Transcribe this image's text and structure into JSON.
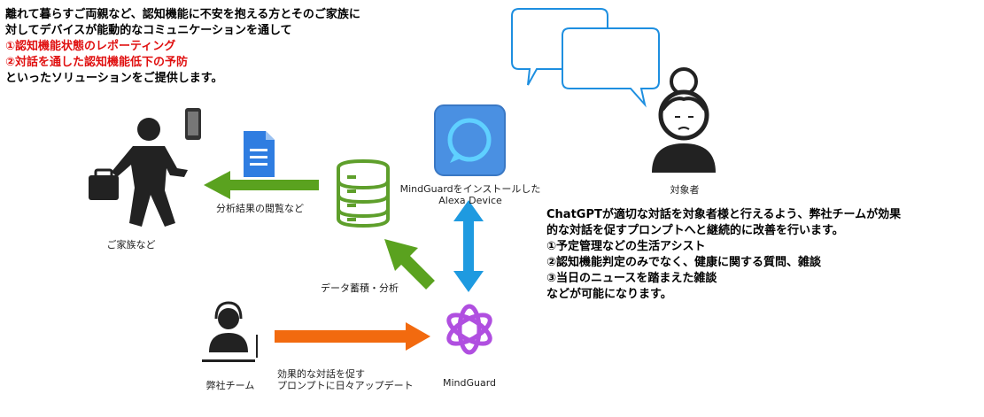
{
  "intro": {
    "line1": "離れて暮らすご両親など、認知機能に不安を抱える方とそのご家族に",
    "line2": "対してデバイスが能動的なコミュニケーションを通して",
    "point1": "①認知機能状態のレポーティング",
    "point2": "②対話を通した認知機能低下の予防",
    "line5": "といったソリューションをご提供します。"
  },
  "description": {
    "line1": "ChatGPTが適切な対話を対象者様と行えるよう、弊社チームが効果",
    "line2": "的な対話を促すプロンプトへと継続的に改善を行います。",
    "line3": "①予定管理などの生活アシスト",
    "line4": "②認知機能判定のみでなく、健康に関する質問、雑談",
    "line5": "③当日のニュースを踏まえた雑談",
    "line6": "などが可能になります。"
  },
  "labels": {
    "family": "ご家族など",
    "view_results": "分析結果の閲覧など",
    "device": "MindGuardをインストールした\nAlexa Device",
    "subject": "対象者",
    "data_analysis": "データ蓄積・分析",
    "team": "弊社チーム",
    "prompt_update": "効果的な対話を促す\nプロンプトに日々アップデート",
    "mindguard": "MindGuard"
  },
  "colors": {
    "green_arrow": "#5aa21f",
    "blue_arrow": "#1e9ae0",
    "orange_arrow": "#f26a0f",
    "database": "#5e9f2b",
    "alexa_tile": "#4a90e2",
    "red_text": "#e01010"
  },
  "icons": [
    "businessman-icon",
    "smartphone-icon",
    "document-icon",
    "database-icon",
    "alexa-icon",
    "chat-bubbles-icon",
    "elderly-woman-icon",
    "support-agent-icon",
    "openai-icon"
  ]
}
